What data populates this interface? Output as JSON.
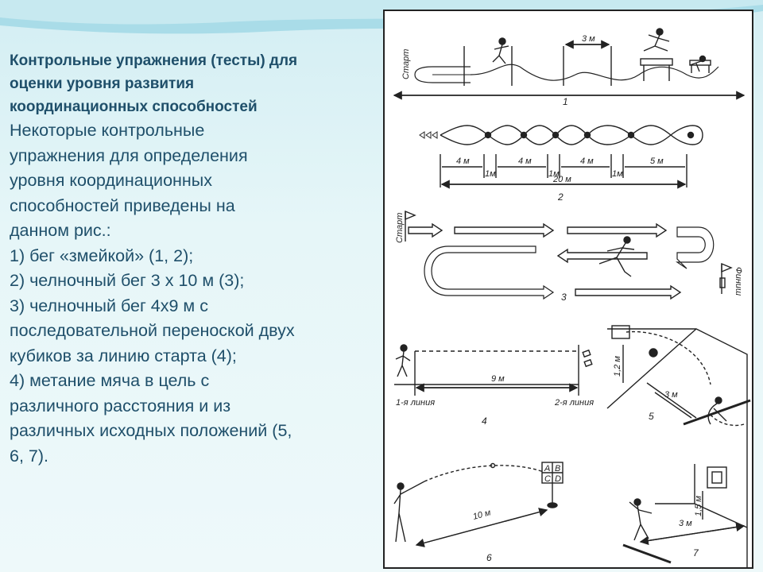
{
  "slide": {
    "heading_lines": [
      "Контрольные упражнения (тесты) для",
      "оценки уровня развития",
      "координационных способностей"
    ],
    "body_lines": [
      "Некоторые контрольные",
      "упражнения для определения",
      "уровня координационных",
      "способностей приведены на",
      "данном рис.:",
      "1) бег «змейкой» (1, 2);",
      "2) челночный бег 3 х 10 м (3);",
      "3) челночный бег 4х9 м с",
      "последовательной переноской двух",
      "кубиков за линию старта (4);",
      " 4) метание мяча в цель с",
      "различного расстояния и из",
      "различных исходных положений (5,",
      "6, 7)."
    ]
  },
  "figure": {
    "d1": {
      "start": "Старт",
      "dist": "3 м",
      "num": "1"
    },
    "d2": {
      "seg1": "4 м",
      "gap1": "1м",
      "seg2": "4 м",
      "gap2": "1м",
      "seg3": "4 м",
      "gap3": "1м",
      "seg4": "5 м",
      "total": "20 м",
      "num": "2"
    },
    "d3": {
      "start": "Старт",
      "finish": "Финиш",
      "num": "3"
    },
    "d4": {
      "dist": "9 м",
      "line1": "1-я линия",
      "line2": "2-я линия",
      "num": "4"
    },
    "d5": {
      "height": "1,2 м",
      "dist": "3 м",
      "num": "5"
    },
    "d6": {
      "dist": "10 м",
      "cell_a": "A",
      "cell_b": "B",
      "cell_c": "C",
      "cell_d": "D",
      "num": "6"
    },
    "d7": {
      "height": "1,5 м",
      "dist": "3 м",
      "num": "7"
    }
  },
  "colors": {
    "text": "#1f4f6a",
    "background": "#e6f6f8",
    "figure_bg": "#ffffff"
  }
}
